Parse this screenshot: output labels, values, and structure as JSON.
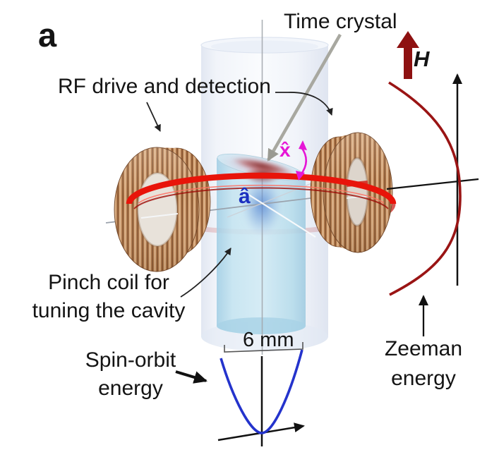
{
  "figure": {
    "panel_label": "a",
    "labels": {
      "time_crystal": "Time crystal",
      "rf_drive": "RF drive and detection",
      "field": "H",
      "x_hat": "x̂",
      "a_hat": "â",
      "pinch_line1": "Pinch coil for",
      "pinch_line2": "tuning the cavity",
      "spin_line1": "Spin-orbit",
      "spin_line2": "energy",
      "diameter": "6 mm",
      "zeeman_line1": "Zeeman",
      "zeeman_line2": "energy"
    },
    "colors": {
      "pinch_ring": "#e8140a",
      "pinch_ring_back": "#d85a55",
      "coil_copper": "#b27a4c",
      "coil_light": "#d9ad82",
      "coil_dark": "#7d4e2b",
      "liquid": "#bfe1ef",
      "glass": "#eef2f9",
      "crystal_red": "#8b3030",
      "a_hat_blob": "#5b8cd8",
      "x_hat_magenta": "#e616d6",
      "a_hat_blue": "#1b2fc0",
      "zeeman_curve": "#9a1414",
      "spin_orbit_curve": "#2433cc",
      "h_arrow": "#8e1111",
      "pointer_gray": "#a8a8a0",
      "axis_black": "#111111"
    }
  }
}
